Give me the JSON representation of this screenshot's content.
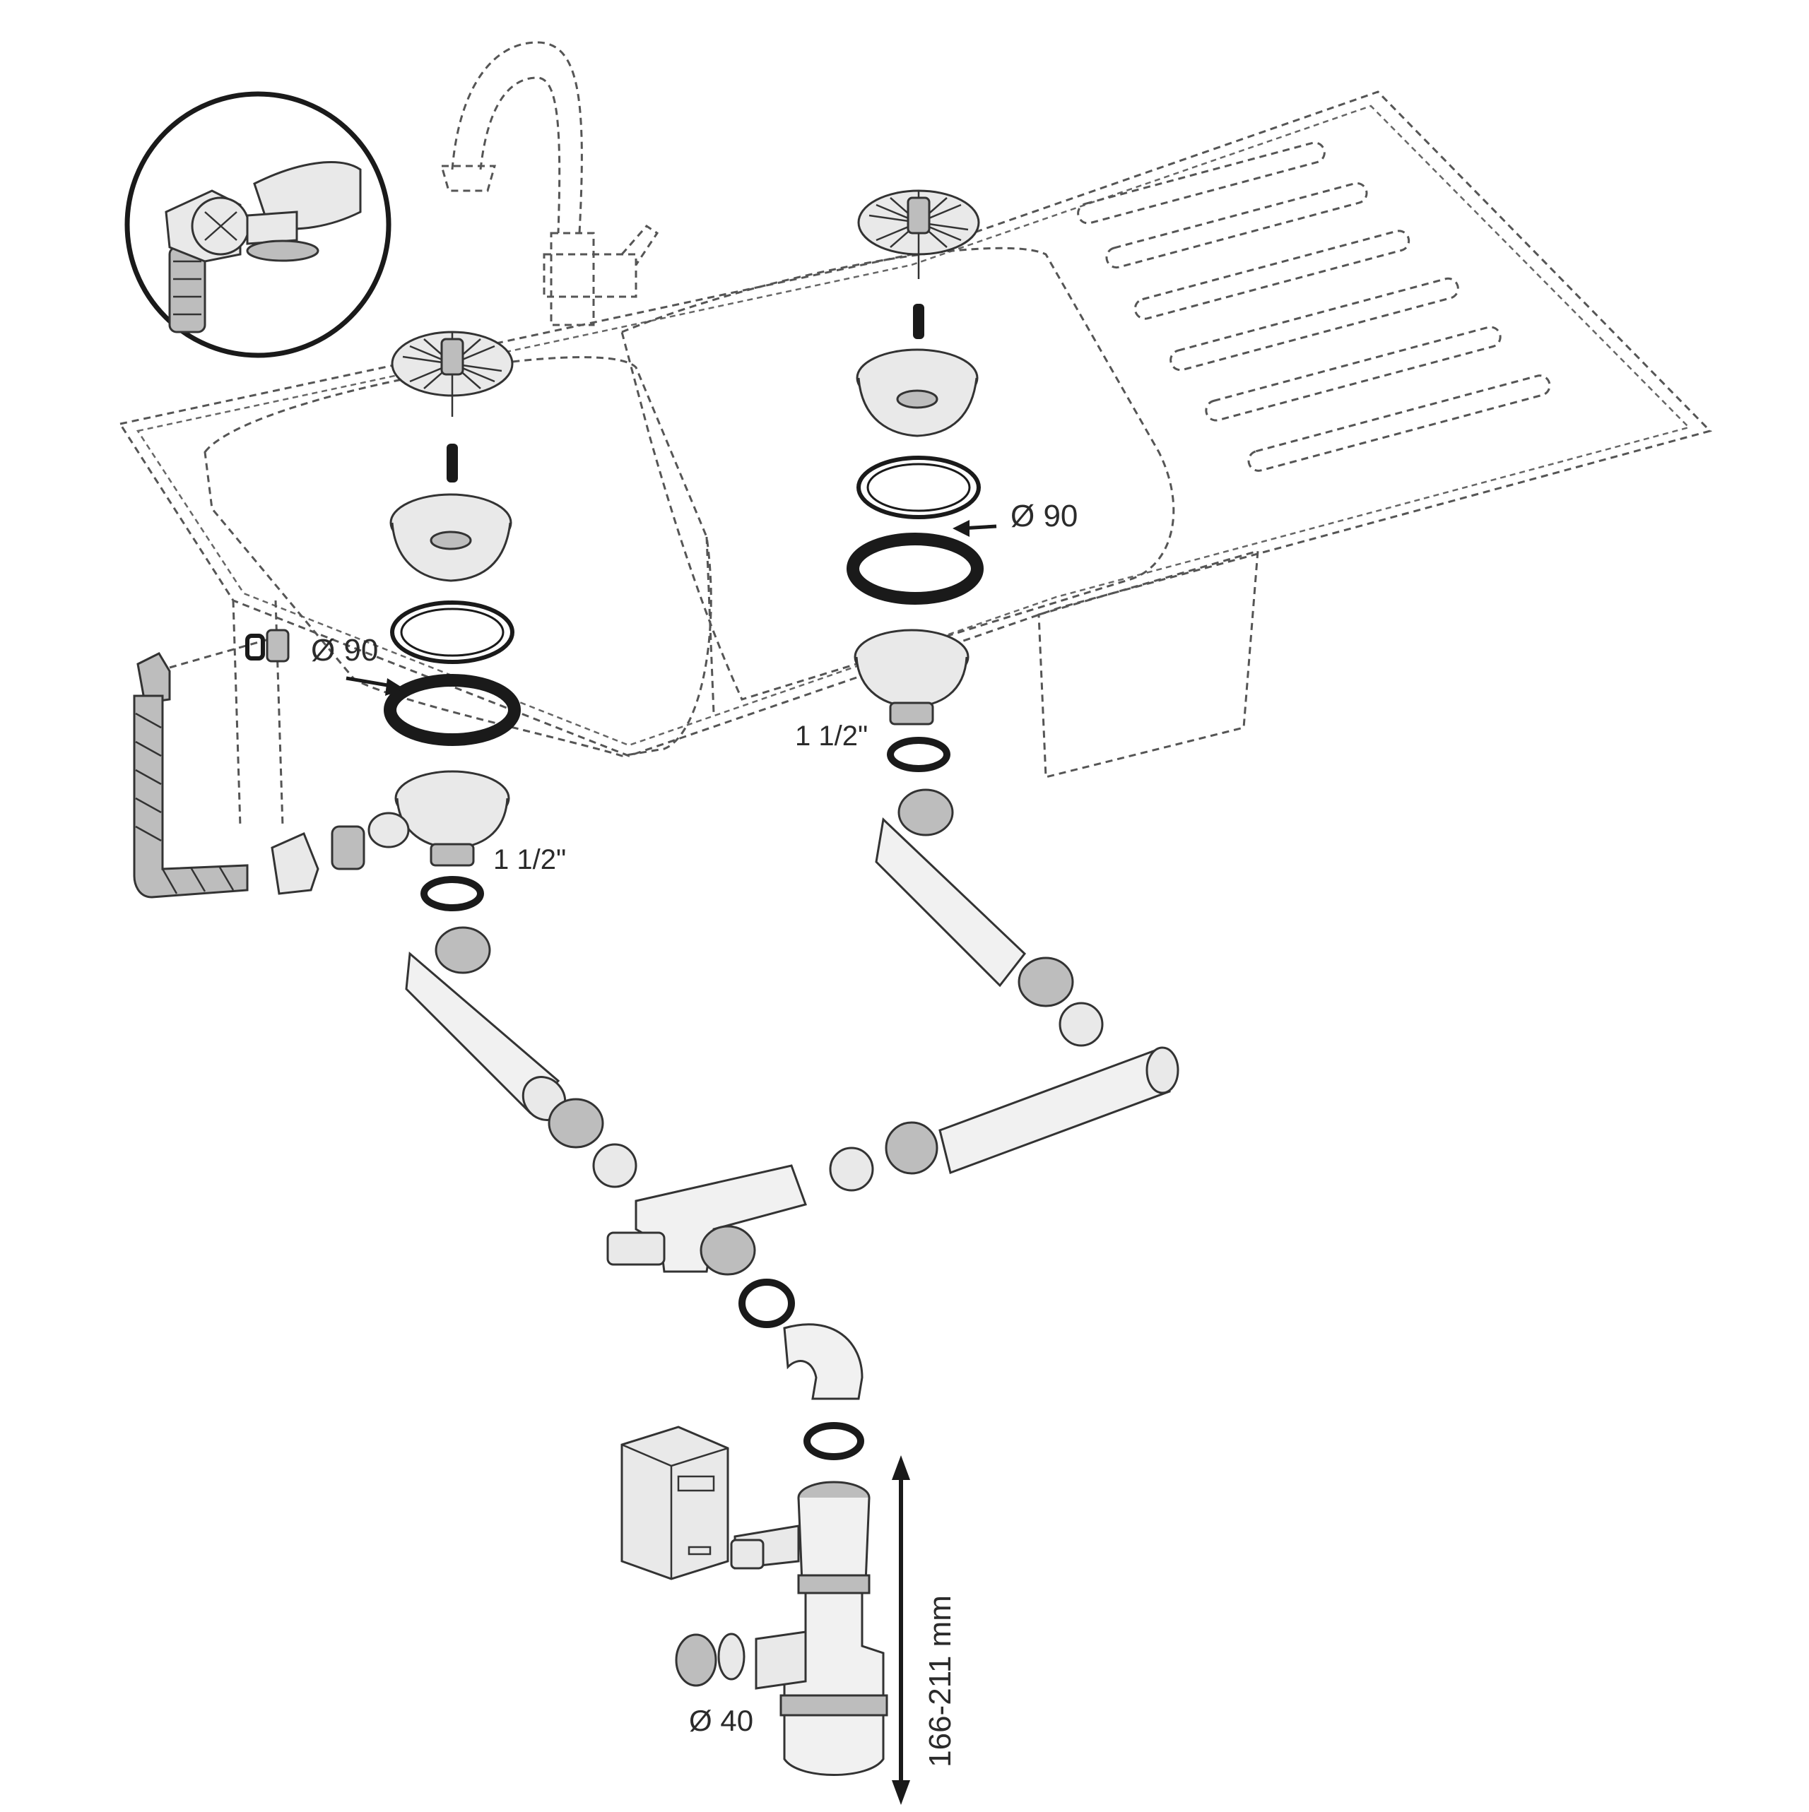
{
  "labels": {
    "dia90_left": "Ø 90",
    "dia90_right": "Ø 90",
    "thread_left": "1 1/2\"",
    "thread_right": "1 1/2\"",
    "dia40": "Ø 40",
    "height_range": "166-211 mm"
  },
  "icons": [
    "faucet-icon",
    "sink-outline",
    "drainboard-outline",
    "strainer-basket-icon",
    "sealing-ring-icon",
    "overflow-hose-icon",
    "waste-pipe-icon",
    "bottle-trap-icon",
    "dishwasher-icon",
    "hand-detail-icon",
    "dimension-arrow-icon"
  ],
  "colors": {
    "line": "#333333",
    "part_fill": "#e9e9e9",
    "part_dark": "#bdbdbd",
    "ring": "#1a1a1a"
  }
}
